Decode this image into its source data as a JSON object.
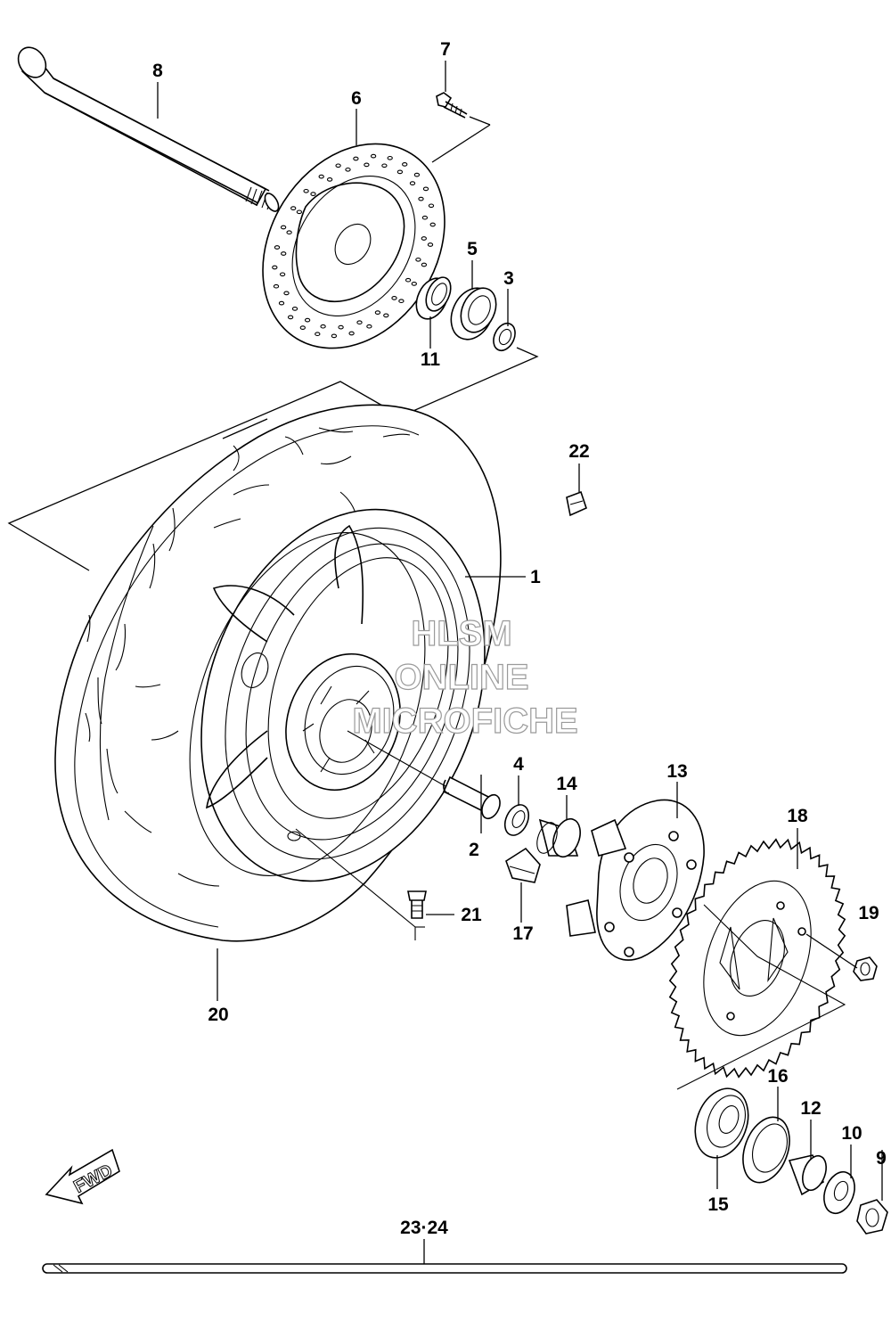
{
  "diagram": {
    "parts": [
      {
        "id": "p1",
        "number": "1"
      },
      {
        "id": "p2",
        "number": "2"
      },
      {
        "id": "p3",
        "number": "3"
      },
      {
        "id": "p4",
        "number": "4"
      },
      {
        "id": "p5",
        "number": "5"
      },
      {
        "id": "p6",
        "number": "6"
      },
      {
        "id": "p7",
        "number": "7"
      },
      {
        "id": "p8",
        "number": "8"
      },
      {
        "id": "p9",
        "number": "9"
      },
      {
        "id": "p10",
        "number": "10"
      },
      {
        "id": "p11",
        "number": "11"
      },
      {
        "id": "p12",
        "number": "12"
      },
      {
        "id": "p13",
        "number": "13"
      },
      {
        "id": "p14",
        "number": "14"
      },
      {
        "id": "p15",
        "number": "15"
      },
      {
        "id": "p16",
        "number": "16"
      },
      {
        "id": "p17",
        "number": "17"
      },
      {
        "id": "p18",
        "number": "18"
      },
      {
        "id": "p19",
        "number": "19"
      },
      {
        "id": "p20",
        "number": "20"
      },
      {
        "id": "p21",
        "number": "21"
      },
      {
        "id": "p22",
        "number": "22"
      },
      {
        "id": "p2324",
        "number": "23·24"
      }
    ],
    "direction_arrow": "FWD"
  },
  "watermark": {
    "line1": "HLSM",
    "line2": "ONLINE",
    "line3": "MICROFICHE"
  }
}
